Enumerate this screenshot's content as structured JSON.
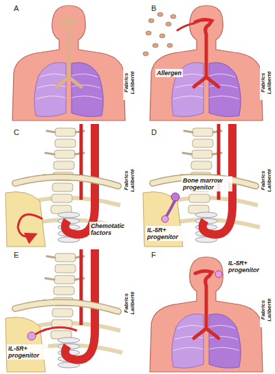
{
  "diagram": {
    "labels": [
      "A",
      "Fabrics Laliberté",
      "B",
      "Allergen",
      "Fabrics Laliberté",
      "C",
      "Chemotatic factors",
      "Fabrics Laliberté",
      "D",
      "Bone marrow progenitor",
      "IL-5R+ progenitor",
      "Fabrics Laliberté",
      "E",
      "IL-5R+ progenitor",
      "Fabrics Laliberté",
      "F",
      "IL-5R+ progenitor",
      "Fabrics Laliberté"
    ]
  }
}
